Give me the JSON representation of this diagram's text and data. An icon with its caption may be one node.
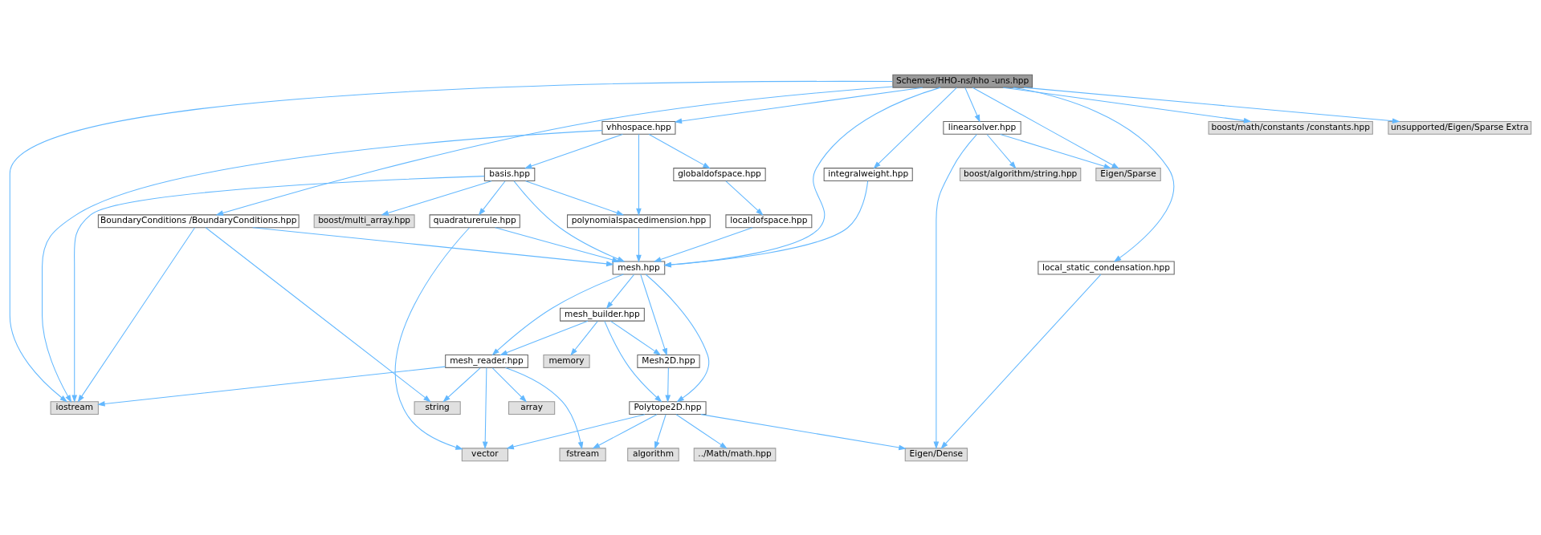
{
  "diagram": {
    "nodes": [
      {
        "text": [
          "Schemes/HHO-ns/hho -uns.hpp"
        ]
      },
      {
        "text": [
          "iostream"
        ]
      },
      {
        "text": [
          "vhhospace.hpp"
        ]
      },
      {
        "text": [
          "mesh.hpp"
        ]
      },
      {
        "text": [
          "integralweight.hpp"
        ]
      },
      {
        "text": [
          "BoundaryConditions /BoundaryConditions.hpp"
        ]
      },
      {
        "text": [
          "local_static_condensation.hpp"
        ]
      },
      {
        "text": [
          "linearsolver.hpp"
        ]
      },
      {
        "text": [
          "Eigen/Sparse"
        ]
      },
      {
        "text": [
          "boost/math/constants /constants.hpp"
        ]
      },
      {
        "text": [
          "unsupported/Eigen/Sparse Extra"
        ]
      },
      {
        "text": [
          "basis.hpp"
        ]
      },
      {
        "text": [
          "globaldofspace.hpp"
        ]
      },
      {
        "text": [
          "polynomialspacedimension.hpp"
        ]
      },
      {
        "text": [
          "boost/multi_array.hpp"
        ]
      },
      {
        "text": [
          "quadraturerule.hpp"
        ]
      },
      {
        "text": [
          "localdofspace.hpp"
        ]
      },
      {
        "text": [
          "mesh_builder.hpp"
        ]
      },
      {
        "text": [
          "mesh_reader.hpp"
        ]
      },
      {
        "text": [
          "memory"
        ]
      },
      {
        "text": [
          "Mesh2D.hpp"
        ]
      },
      {
        "text": [
          "Polytope2D.hpp"
        ]
      },
      {
        "text": [
          "string"
        ]
      },
      {
        "text": [
          "array"
        ]
      },
      {
        "text": [
          "vector"
        ]
      },
      {
        "text": [
          "fstream"
        ]
      },
      {
        "text": [
          "../Math/math.hpp"
        ]
      },
      {
        "text": [
          "algorithm"
        ]
      },
      {
        "text": [
          "Eigen/Dense"
        ]
      },
      {
        "text": [
          "boost/algorithm/string.hpp"
        ]
      }
    ],
    "edges": [
      {
        "from": 0,
        "to": 1,
        "arrow": "to"
      },
      {
        "from": 0,
        "to": 2,
        "arrow": "to"
      },
      {
        "from": 0,
        "to": 3,
        "arrow": "to"
      },
      {
        "from": 0,
        "to": 4,
        "arrow": "to"
      },
      {
        "from": 0,
        "to": 5,
        "arrow": "to"
      },
      {
        "from": 0,
        "to": 6,
        "arrow": "to"
      },
      {
        "from": 0,
        "to": 7,
        "arrow": "to"
      },
      {
        "from": 0,
        "to": 8,
        "arrow": "to"
      },
      {
        "from": 0,
        "to": 9,
        "arrow": "to"
      },
      {
        "from": 0,
        "to": 10,
        "arrow": "to"
      },
      {
        "from": 2,
        "to": 1,
        "arrow": "to"
      },
      {
        "from": 2,
        "to": 11,
        "arrow": "to"
      },
      {
        "from": 2,
        "to": 13,
        "arrow": "to"
      },
      {
        "from": 2,
        "to": 12,
        "arrow": "to"
      },
      {
        "from": 11,
        "to": 1,
        "arrow": "to"
      },
      {
        "from": 11,
        "to": 14,
        "arrow": "to"
      },
      {
        "from": 11,
        "to": 15,
        "arrow": "to"
      },
      {
        "from": 11,
        "to": 13,
        "arrow": "to"
      },
      {
        "from": 11,
        "to": 3,
        "arrow": "to"
      },
      {
        "from": 12,
        "to": 16,
        "arrow": "to"
      },
      {
        "from": 4,
        "to": 3,
        "arrow": "to"
      },
      {
        "from": 15,
        "to": 3,
        "arrow": "to"
      },
      {
        "from": 15,
        "to": 24,
        "arrow": "to"
      },
      {
        "from": 13,
        "to": 3,
        "arrow": "to"
      },
      {
        "from": 16,
        "to": 3,
        "arrow": "to"
      },
      {
        "from": 5,
        "to": 3,
        "arrow": "to"
      },
      {
        "from": 5,
        "to": 1,
        "arrow": "to"
      },
      {
        "from": 5,
        "to": 22,
        "arrow": "to"
      },
      {
        "from": 6,
        "to": 28,
        "arrow": "to"
      },
      {
        "from": 7,
        "to": 29,
        "arrow": "to"
      },
      {
        "from": 7,
        "to": 8,
        "arrow": "to"
      },
      {
        "from": 7,
        "to": 28,
        "arrow": "to"
      },
      {
        "from": 3,
        "to": 18,
        "arrow": "to"
      },
      {
        "from": 3,
        "to": 17,
        "arrow": "to"
      },
      {
        "from": 3,
        "to": 20,
        "arrow": "to"
      },
      {
        "from": 3,
        "to": 21,
        "arrow": "to"
      },
      {
        "from": 17,
        "to": 18,
        "arrow": "to"
      },
      {
        "from": 17,
        "to": 19,
        "arrow": "to"
      },
      {
        "from": 17,
        "to": 20,
        "arrow": "to"
      },
      {
        "from": 17,
        "to": 21,
        "arrow": "to"
      },
      {
        "from": 18,
        "to": 1,
        "arrow": "to"
      },
      {
        "from": 18,
        "to": 23,
        "arrow": "to"
      },
      {
        "from": 18,
        "to": 24,
        "arrow": "to"
      },
      {
        "from": 18,
        "to": 25,
        "arrow": "to"
      },
      {
        "from": 18,
        "to": 22,
        "arrow": "to"
      },
      {
        "from": 20,
        "to": 21,
        "arrow": "to"
      },
      {
        "from": 21,
        "to": 24,
        "arrow": "to"
      },
      {
        "from": 21,
        "to": 25,
        "arrow": "to"
      },
      {
        "from": 21,
        "to": 26,
        "arrow": "to"
      },
      {
        "from": 21,
        "to": 27,
        "arrow": "to"
      },
      {
        "from": 21,
        "to": 28,
        "arrow": "to"
      }
    ]
  }
}
